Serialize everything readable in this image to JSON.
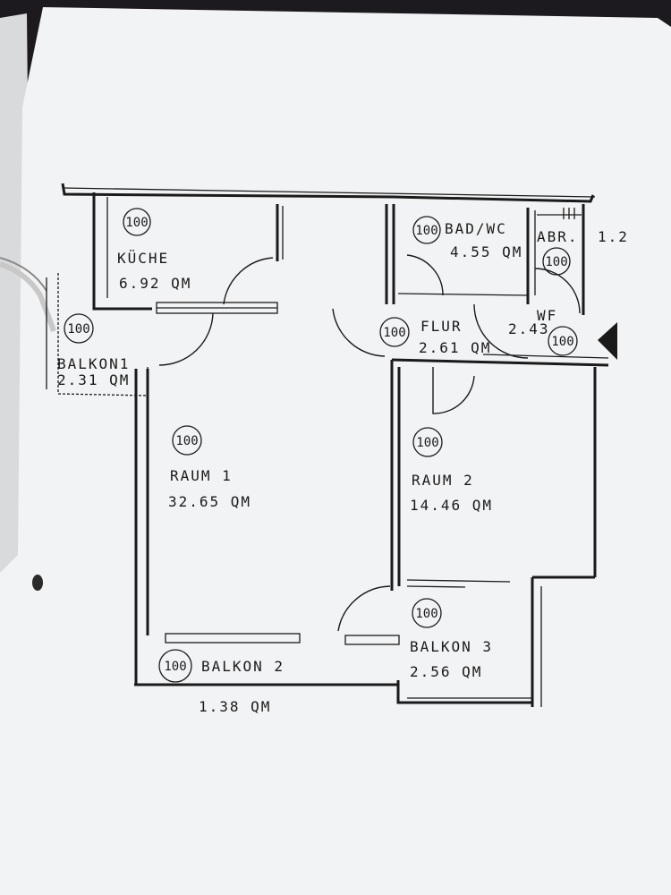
{
  "rooms": [
    {
      "name": "KÜCHE",
      "area": "6.92 QM",
      "badge": "100"
    },
    {
      "name": "BALKON1",
      "area": "2.31 QM",
      "badge": "100"
    },
    {
      "name": "BAD/WC",
      "area": "4.55 QM",
      "badge": "100"
    },
    {
      "name": "ABR.",
      "area": "1.2",
      "badge": "100"
    },
    {
      "name": "FLUR",
      "area": "2.61 QM",
      "badge": "100"
    },
    {
      "name": "WF",
      "area": "2.43",
      "badge": "100"
    },
    {
      "name": "RAUM 1",
      "area": "32.65 QM",
      "badge": "100"
    },
    {
      "name": "RAUM 2",
      "area": "14.46 QM",
      "badge": "100"
    },
    {
      "name": "BALKON 2",
      "area": "1.38 QM",
      "badge": "100"
    },
    {
      "name": "BALKON 3",
      "area": "2.56 QM",
      "badge": "100"
    }
  ],
  "colors": {
    "paper": "#f3f4f6",
    "ink": "#1a1a1a",
    "background": "#1c1a1e"
  }
}
